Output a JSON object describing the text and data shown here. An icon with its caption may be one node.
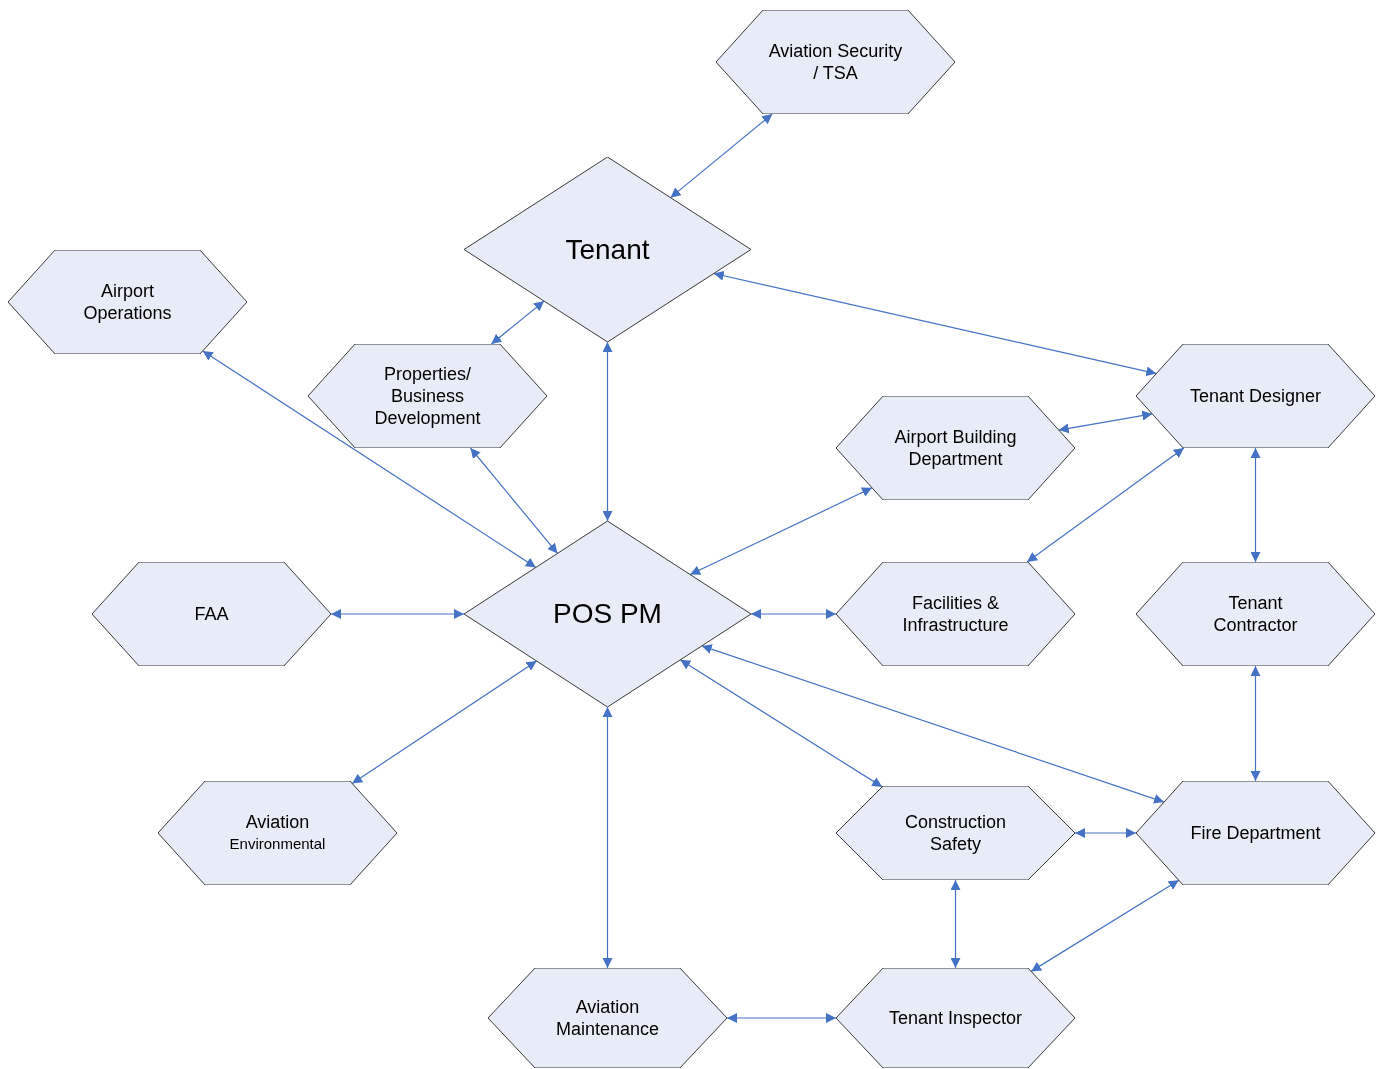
{
  "diagram": {
    "nodes": [
      {
        "text": [
          "Aviation Security / TSA"
        ]
      },
      {
        "text": [
          "Tenant"
        ]
      },
      {
        "text": [
          "Airport Operations"
        ]
      },
      {
        "text": [
          "Properties/ Business Development"
        ]
      },
      {
        "text": [
          "Tenant Designer"
        ]
      },
      {
        "text": [
          "Airport Building Department"
        ]
      },
      {
        "text": [
          "FAA"
        ]
      },
      {
        "text": [
          "POS PM"
        ]
      },
      {
        "text": [
          "Facilities & Infrastructure"
        ]
      },
      {
        "text": [
          "Tenant Contractor"
        ]
      },
      {
        "text": [
          "Aviation",
          "Environmental"
        ]
      },
      {
        "text": [
          "Construction Safety"
        ]
      },
      {
        "text": [
          "Fire Department"
        ]
      },
      {
        "text": [
          "Aviation Maintenance"
        ]
      },
      {
        "text": [
          "Tenant Inspector"
        ]
      }
    ],
    "edges": [
      {
        "from": 0,
        "to": 1,
        "arrow": "both"
      },
      {
        "from": 1,
        "to": 3,
        "arrow": "both"
      },
      {
        "from": 1,
        "to": 4,
        "arrow": "both"
      },
      {
        "from": 1,
        "to": 7,
        "arrow": "both"
      },
      {
        "from": 2,
        "to": 7,
        "arrow": "both"
      },
      {
        "from": 3,
        "to": 7,
        "arrow": "both"
      },
      {
        "from": 5,
        "to": 7,
        "arrow": "both"
      },
      {
        "from": 5,
        "to": 4,
        "arrow": "both"
      },
      {
        "from": 8,
        "to": 4,
        "arrow": "both"
      },
      {
        "from": 6,
        "to": 7,
        "arrow": "both"
      },
      {
        "from": 7,
        "to": 8,
        "arrow": "both"
      },
      {
        "from": 4,
        "to": 9,
        "arrow": "both"
      },
      {
        "from": 7,
        "to": 12,
        "arrow": "both"
      },
      {
        "from": 7,
        "to": 11,
        "arrow": "both"
      },
      {
        "from": 10,
        "to": 7,
        "arrow": "both"
      },
      {
        "from": 9,
        "to": 12,
        "arrow": "both"
      },
      {
        "from": 11,
        "to": 12,
        "arrow": "both"
      },
      {
        "from": 7,
        "to": 13,
        "arrow": "both"
      },
      {
        "from": 11,
        "to": 14,
        "arrow": "both"
      },
      {
        "from": 13,
        "to": 14,
        "arrow": "both"
      },
      {
        "from": 14,
        "to": 12,
        "arrow": "both"
      }
    ]
  }
}
